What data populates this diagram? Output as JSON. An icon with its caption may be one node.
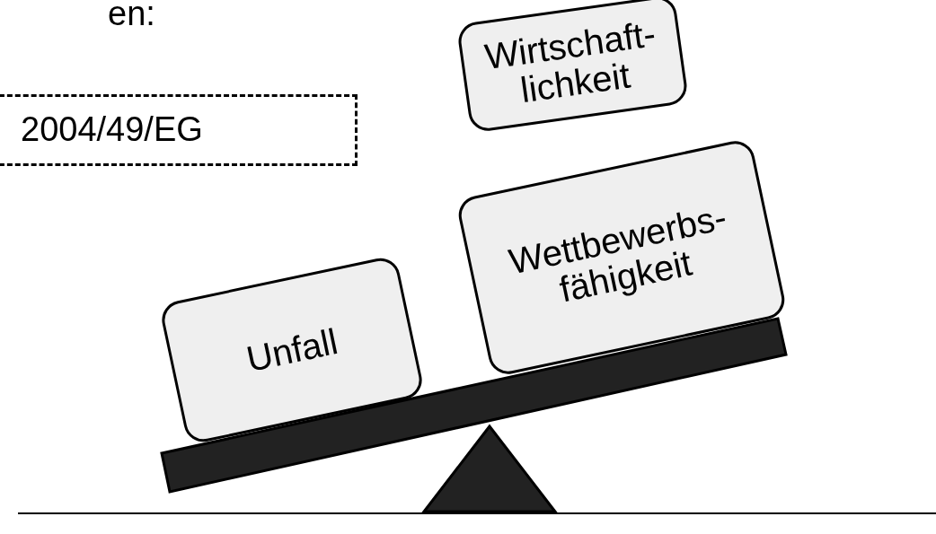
{
  "diagram": {
    "nodes": [
      {
        "text": [
          "2004/49/EG"
        ]
      },
      {
        "text": [
          "Wirtschaft- lichkeit"
        ]
      },
      {
        "text": [
          "Wettbewerbs- fähigkeit"
        ]
      },
      {
        "text": [
          "Unfall"
        ]
      }
    ],
    "edges": [],
    "labels": [
      "en:"
    ]
  }
}
